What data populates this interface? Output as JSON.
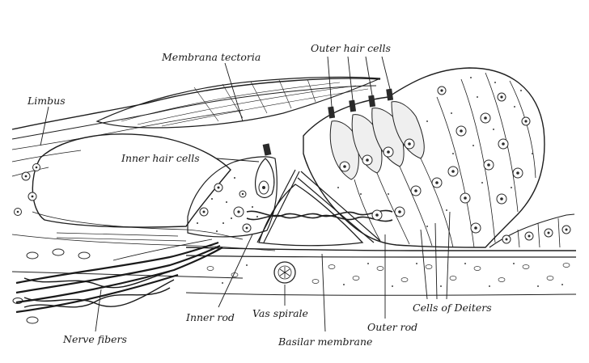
{
  "labels": {
    "membrana_tectoria": "Membrana tectoria",
    "outer_hair_cells": "Outer hair cells",
    "limbus": "Limbus",
    "inner_hair_cells": "Inner hair cells",
    "inner_rod": "Inner rod",
    "vas_spirale": "Vas spirale",
    "nerve_fibers": "Nerve fibers",
    "basilar_membrane": "Basilar membrane",
    "outer_rod": "Outer rod",
    "cells_of_deiters": "Cells of Deiters"
  },
  "colors": {
    "ink": "#1e1e1e",
    "paper": "#ffffff"
  }
}
